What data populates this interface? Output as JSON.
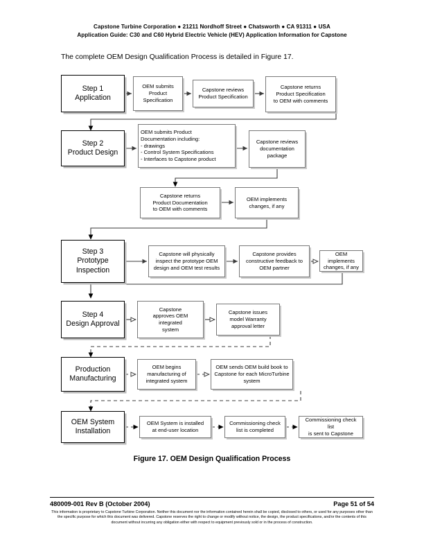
{
  "header": {
    "line1": "Capstone Turbine Corporation ● 21211 Nordhoff Street ● Chatsworth ● CA 91311 ● USA",
    "line2": "Application Guide: C30 and C60 Hybrid Electric Vehicle (HEV) Application Information for Capstone"
  },
  "intro": "The complete OEM Design Qualification Process is detailed in Figure 17.",
  "figure": {
    "caption": "Figure 17.  OEM Design Qualification Process",
    "rows": [
      {
        "step": "Step 1\nApplication",
        "boxes": [
          "OEM submits\nProduct\nSpecification",
          "Capstone reviews\nProduct Specification",
          "Capstone returns\nProduct Specification\nto OEM with comments"
        ]
      },
      {
        "step": "Step 2\nProduct Design",
        "boxes": [
          "OEM submits Product\nDocumentation including:\n- drawings\n- Control System Specifications\n- Interfaces to Capstone product",
          "Capstone reviews\ndocumentation package"
        ]
      },
      {
        "step": "",
        "boxes": [
          "Capstone returns\nProduct Documentation\nto OEM with comments",
          "OEM implements\nchanges, if any"
        ]
      },
      {
        "step": "Step 3\nPrototype\nInspection",
        "boxes": [
          "Capstone will physically\ninspect the prototype OEM\ndesign and OEM test results",
          "Capstone provides\nconstructive feedback to\nOEM partner",
          "OEM implements\nchanges, if any"
        ]
      },
      {
        "step": "Step 4\nDesign Approval",
        "boxes": [
          "Capstone\napproves OEM\nintegrated\nsystem",
          "Capstone issues\nmodel Warranty\napproval letter"
        ]
      },
      {
        "step": "Production\nManufacturing",
        "boxes": [
          "OEM begins\nmanufacturing of\nintegrated system",
          "OEM sends OEM build book to\nCapstone for each MicroTurbine\nsystem"
        ]
      },
      {
        "step": "OEM System\nInstallation",
        "boxes": [
          "OEM System is installed\nat end-user location",
          "Commissioning check\nlist is completed",
          "Commissioning check list\nis sent to Capstone"
        ]
      }
    ]
  },
  "footer": {
    "doc_id": "480009-001 Rev B  (October 2004)",
    "page": "Page 51 of 54",
    "legal": "This information is proprietary to Capstone Turbine Corporation. Neither this document nor the information contained herein shall be copied, disclosed to others, or used for any purposes other than the specific purpose for which this document was delivered. Capstone reserves the right to change or modify without notice, the design, the product specifications, and/or the contents of this document without incurring any obligation either with respect to equipment previously sold or in the process of construction."
  }
}
